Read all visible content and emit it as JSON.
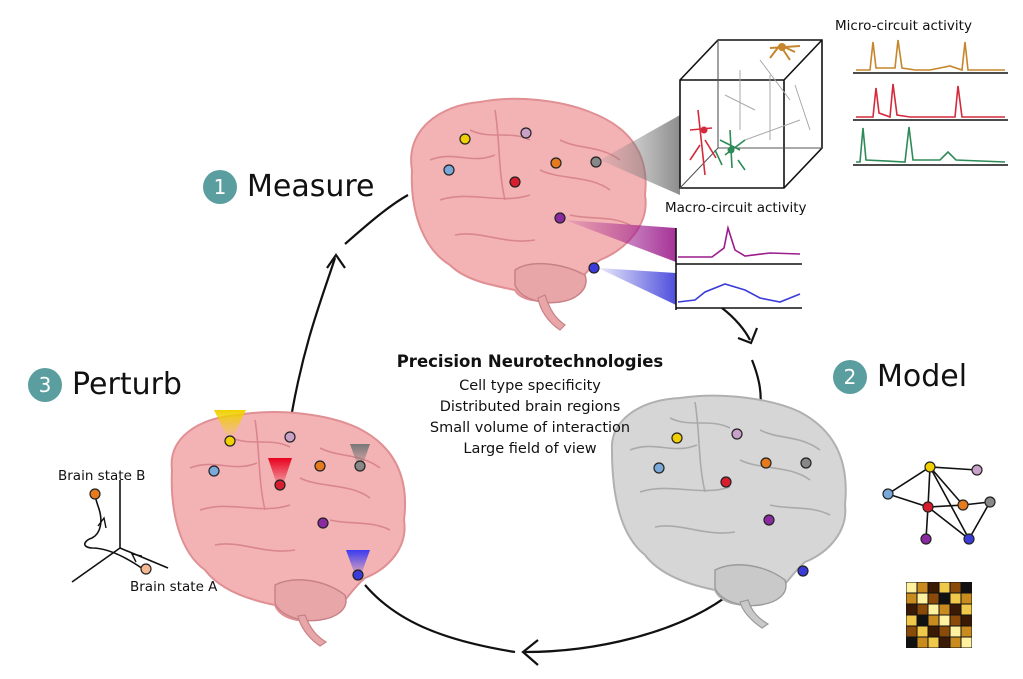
{
  "steps": {
    "measure": {
      "number": "1",
      "label": "Measure"
    },
    "model": {
      "number": "2",
      "label": "Model"
    },
    "perturb": {
      "number": "3",
      "label": "Perturb"
    }
  },
  "center": {
    "title": "Precision Neurotechnologies",
    "lines": [
      "Cell type specificity",
      "Distributed brain regions",
      "Small volume of interaction",
      "Large field of view"
    ]
  },
  "labels": {
    "micro": "Micro-circuit activity",
    "macro": "Macro-circuit activity",
    "state_b": "Brain state B",
    "state_a": "Brain state A"
  },
  "colors": {
    "badge": "#5b9ea0",
    "brain_pink": "#f3b3b5",
    "brain_gray": "#d6d6d6",
    "micro_trace_1": "#c6862c",
    "micro_trace_2": "#d32b3c",
    "micro_trace_3": "#2e8b57",
    "macro_trace_1": "#9c1c8c",
    "macro_trace_2": "#3b3bd9"
  },
  "icons": [
    "neuron-cube-icon",
    "network-graph-icon",
    "connectivity-matrix-icon",
    "state-space-axes-icon",
    "stimulation-cone-icon"
  ]
}
